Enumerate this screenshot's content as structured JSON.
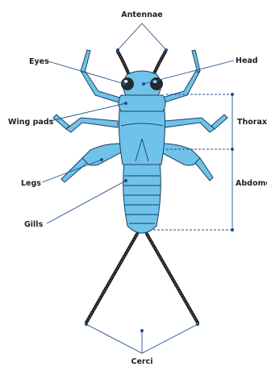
{
  "labels": {
    "antennae": "Antennae",
    "eyes": "Eyes",
    "head": "Head",
    "wing_pads": "Wing pads",
    "thorax": "Thorax",
    "abdomen": "Abdomen",
    "legs": "Legs",
    "gills": "Gills",
    "cerci": "Cerci"
  },
  "colors": {
    "body": "#6fc3ea",
    "outline": "#1f3f5a",
    "leader_lines": "#1f4e8c",
    "antennae_cerci": "#1b1b1b"
  }
}
